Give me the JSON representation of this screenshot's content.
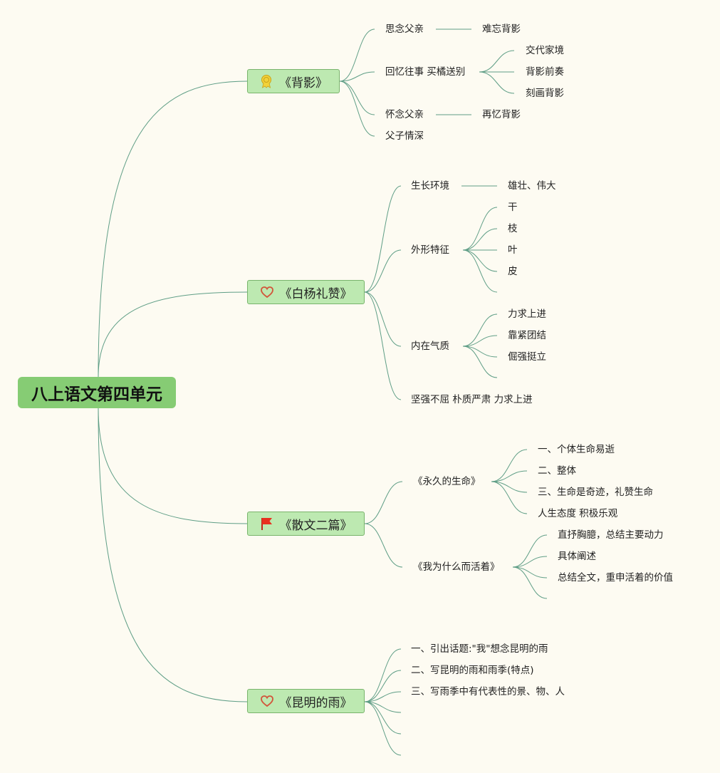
{
  "root": {
    "label": "八上语文第四单元"
  },
  "branches": [
    {
      "label": "《背影》",
      "icon": "medal-icon",
      "children": [
        {
          "label": "思念父亲",
          "children": [
            {
              "label": "难忘背影"
            }
          ]
        },
        {
          "label": "回忆往事 买橘送别",
          "children": [
            {
              "label": "交代家境"
            },
            {
              "label": "背影前奏"
            },
            {
              "label": "刻画背影"
            }
          ]
        },
        {
          "label": "怀念父亲",
          "children": [
            {
              "label": "再忆背影"
            }
          ]
        },
        {
          "label": "父子情深"
        }
      ]
    },
    {
      "label": "《白杨礼赞》",
      "icon": "heart-icon",
      "children": [
        {
          "label": "生长环境",
          "children": [
            {
              "label": "雄壮、伟大"
            }
          ]
        },
        {
          "label": "外形特征",
          "children": [
            {
              "label": "干"
            },
            {
              "label": "枝"
            },
            {
              "label": "叶"
            },
            {
              "label": "皮"
            },
            {
              "label": ""
            }
          ]
        },
        {
          "label": "内在气质",
          "children": [
            {
              "label": "力求上进"
            },
            {
              "label": "靠紧团结"
            },
            {
              "label": "倔强挺立"
            },
            {
              "label": ""
            }
          ]
        },
        {
          "label": "坚强不屈 朴质严肃 力求上进"
        }
      ]
    },
    {
      "label": "《散文二篇》",
      "icon": "flag-icon",
      "children": [
        {
          "label": "《永久的生命》",
          "children": [
            {
              "label": "一、个体生命易逝"
            },
            {
              "label": "二、整体"
            },
            {
              "label": "三、生命是奇迹，礼赞生命"
            },
            {
              "label": "人生态度 积极乐观"
            }
          ]
        },
        {
          "label": "《我为什么而活着》",
          "children": [
            {
              "label": "直抒胸臆，总结主要动力"
            },
            {
              "label": "具体阐述"
            },
            {
              "label": "总结全文，重申活着的价值"
            },
            {
              "label": ""
            }
          ]
        }
      ]
    },
    {
      "label": "《昆明的雨》",
      "icon": "heart-icon",
      "children": [
        {
          "label": "一、引出话题:\"我\"想念昆明的雨"
        },
        {
          "label": "二、写昆明的雨和雨季(特点)"
        },
        {
          "label": "三、写雨季中有代表性的景、物、人"
        },
        {
          "label": ""
        },
        {
          "label": ""
        },
        {
          "label": ""
        }
      ]
    }
  ],
  "colors": {
    "background": "#fdfbf2",
    "root_fill": "#86cc74",
    "branch_fill": "#bde9b1",
    "branch_border": "#79b46c",
    "line": "#5f9e86"
  }
}
